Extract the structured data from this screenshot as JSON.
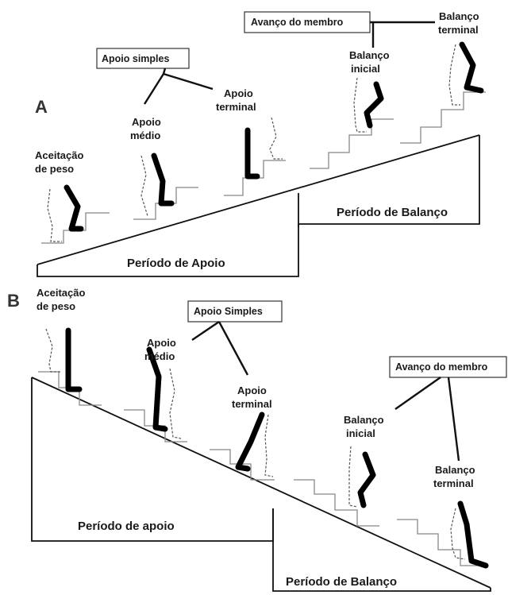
{
  "panel_a": {
    "letter": "A",
    "stages": {
      "aceitacao": [
        "Aceitação",
        "de peso"
      ],
      "apoio_medio": [
        "Apoio",
        "médio"
      ],
      "apoio_terminal": [
        "Apoio",
        "terminal"
      ],
      "balanco_inicial": [
        "Balanço",
        "inicial"
      ],
      "balanco_terminal": [
        "Balanço",
        "terminal"
      ]
    },
    "box_apoio": "Apoio simples",
    "box_avanco": "Avanço do membro",
    "period_apoio": "Período de Apoio",
    "period_balanco": "Período de Balanço"
  },
  "panel_b": {
    "letter": "B",
    "stages": {
      "aceitacao": [
        "Aceitação",
        "de peso"
      ],
      "apoio_medio": [
        "Apoio",
        "médio"
      ],
      "apoio_terminal": [
        "Apoio",
        "terminal"
      ],
      "balanco_inicial": [
        "Balanço",
        "inicial"
      ],
      "balanco_terminal": [
        "Balanço",
        "terminal"
      ]
    },
    "box_apoio": "Apoio Simples",
    "box_avanco": "Avanço do membro",
    "period_apoio": "Período de apoio",
    "period_balanco": "Período de Balanço"
  },
  "colors": {
    "ink": "#111111",
    "stairs": "#888888",
    "dashed_leg": "#555555"
  }
}
